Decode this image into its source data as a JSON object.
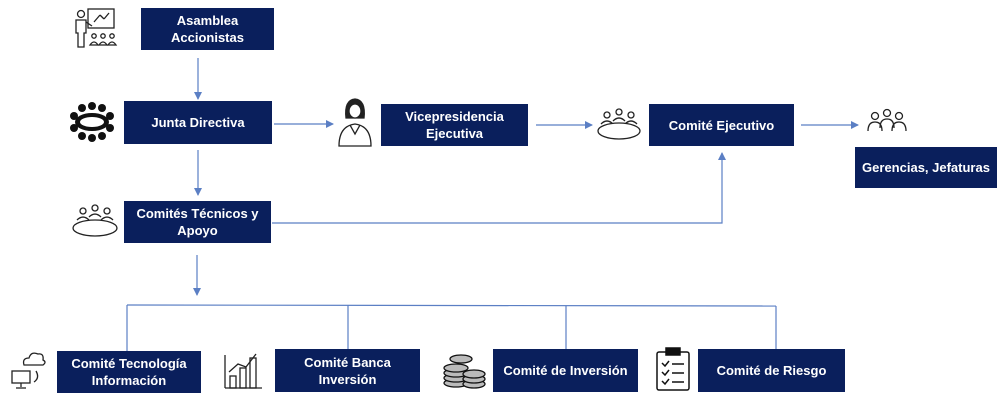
{
  "nodes": {
    "asamblea": {
      "line1": "Asamblea",
      "line2": "Accionistas"
    },
    "junta": {
      "line1": "Junta Directiva"
    },
    "vicepresidencia": {
      "line1": "Vicepresidencia",
      "line2": "Ejecutiva"
    },
    "comite_ejecutivo": {
      "line1": "Comité Ejecutivo"
    },
    "gerencias": {
      "line1": "Gerencias, Jefaturas"
    },
    "comites_tecnicos": {
      "line1": "Comités Técnicos y",
      "line2": "Apoyo"
    },
    "comite_tecnologia": {
      "line1": "Comité Tecnología",
      "line2": "Información"
    },
    "comite_banca": {
      "line1": "Comité Banca",
      "line2": "Inversión"
    },
    "comite_inversion": {
      "line1": "Comité de Inversión"
    },
    "comite_riesgo": {
      "line1": "Comité de Riesgo"
    }
  },
  "colors": {
    "box_fill": "#0a1f5c",
    "box_text": "#ffffff",
    "connector": "#5b7fc4",
    "icon": "#222222"
  },
  "icons": {
    "asamblea": "presentation-audience-icon",
    "junta": "boardroom-table-icon",
    "vicepresidencia": "businesswoman-icon",
    "comite_ejecutivo": "meeting-table-icon",
    "gerencias": "team-people-icon",
    "comites_tecnicos": "meeting-table-icon",
    "comite_tecnologia": "cloud-computer-icon",
    "comite_banca": "bar-chart-icon",
    "comite_inversion": "coin-stacks-icon",
    "comite_riesgo": "clipboard-checklist-icon"
  }
}
